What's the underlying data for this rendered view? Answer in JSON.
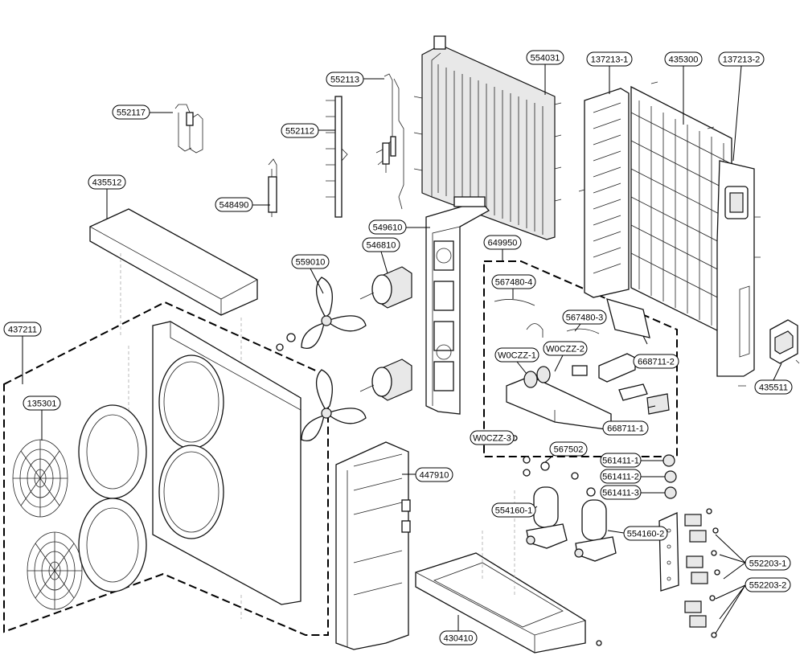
{
  "diagram": {
    "labels": [
      {
        "id": "l552117",
        "text": "552117"
      },
      {
        "id": "l552113",
        "text": "552113"
      },
      {
        "id": "l552112",
        "text": "552112"
      },
      {
        "id": "l554031",
        "text": "554031"
      },
      {
        "id": "l137213_1",
        "text": "137213-1"
      },
      {
        "id": "l435300",
        "text": "435300"
      },
      {
        "id": "l137213_2",
        "text": "137213-2"
      },
      {
        "id": "l435512",
        "text": "435512"
      },
      {
        "id": "l548490",
        "text": "548490"
      },
      {
        "id": "l549610",
        "text": "549610"
      },
      {
        "id": "l546810",
        "text": "546810"
      },
      {
        "id": "l559010",
        "text": "559010"
      },
      {
        "id": "l649950",
        "text": "649950"
      },
      {
        "id": "l567480_4",
        "text": "567480-4"
      },
      {
        "id": "l567480_3",
        "text": "567480-3"
      },
      {
        "id": "lW0CZZ_1",
        "text": "W0CZZ-1"
      },
      {
        "id": "lW0CZZ_2",
        "text": "W0CZZ-2"
      },
      {
        "id": "l668711_2",
        "text": "668711-2"
      },
      {
        "id": "l668711_1",
        "text": "668711-1"
      },
      {
        "id": "lW0CZZ_3",
        "text": "W0CZZ-3"
      },
      {
        "id": "l437211",
        "text": "437211"
      },
      {
        "id": "l135301",
        "text": "135301"
      },
      {
        "id": "l435511",
        "text": "435511"
      },
      {
        "id": "l447910",
        "text": "447910"
      },
      {
        "id": "l567502",
        "text": "567502"
      },
      {
        "id": "l561411_1",
        "text": "561411-1"
      },
      {
        "id": "l561411_2",
        "text": "561411-2"
      },
      {
        "id": "l561411_3",
        "text": "561411-3"
      },
      {
        "id": "l554160_1",
        "text": "554160-1"
      },
      {
        "id": "l554160_2",
        "text": "554160-2"
      },
      {
        "id": "l552203_1",
        "text": "552203-1"
      },
      {
        "id": "l552203_2",
        "text": "552203-2"
      },
      {
        "id": "l430410",
        "text": "430410"
      }
    ]
  }
}
